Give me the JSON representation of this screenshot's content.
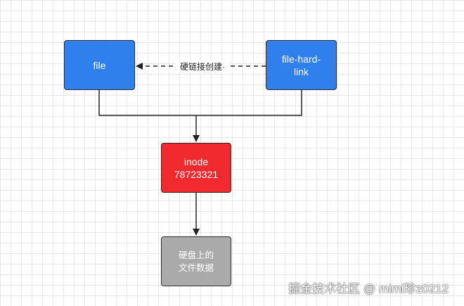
{
  "colors": {
    "file_node": "#2f80ed",
    "hardlink_node": "#2f80ed",
    "inode_node": "#f02a2e",
    "data_node": "#aaaaaa",
    "line": "#222222"
  },
  "nodes": {
    "file": {
      "label": "file"
    },
    "hardlink": {
      "label": "file-hard-\nlink"
    },
    "inode": {
      "label": "inode\n78723321"
    },
    "data": {
      "label": "硬盘上的\n文件数据"
    }
  },
  "edges": {
    "hardlink_to_file_label": "硬链接创建·"
  },
  "watermark": "掘金技术社区 @ mimi珍z0212"
}
